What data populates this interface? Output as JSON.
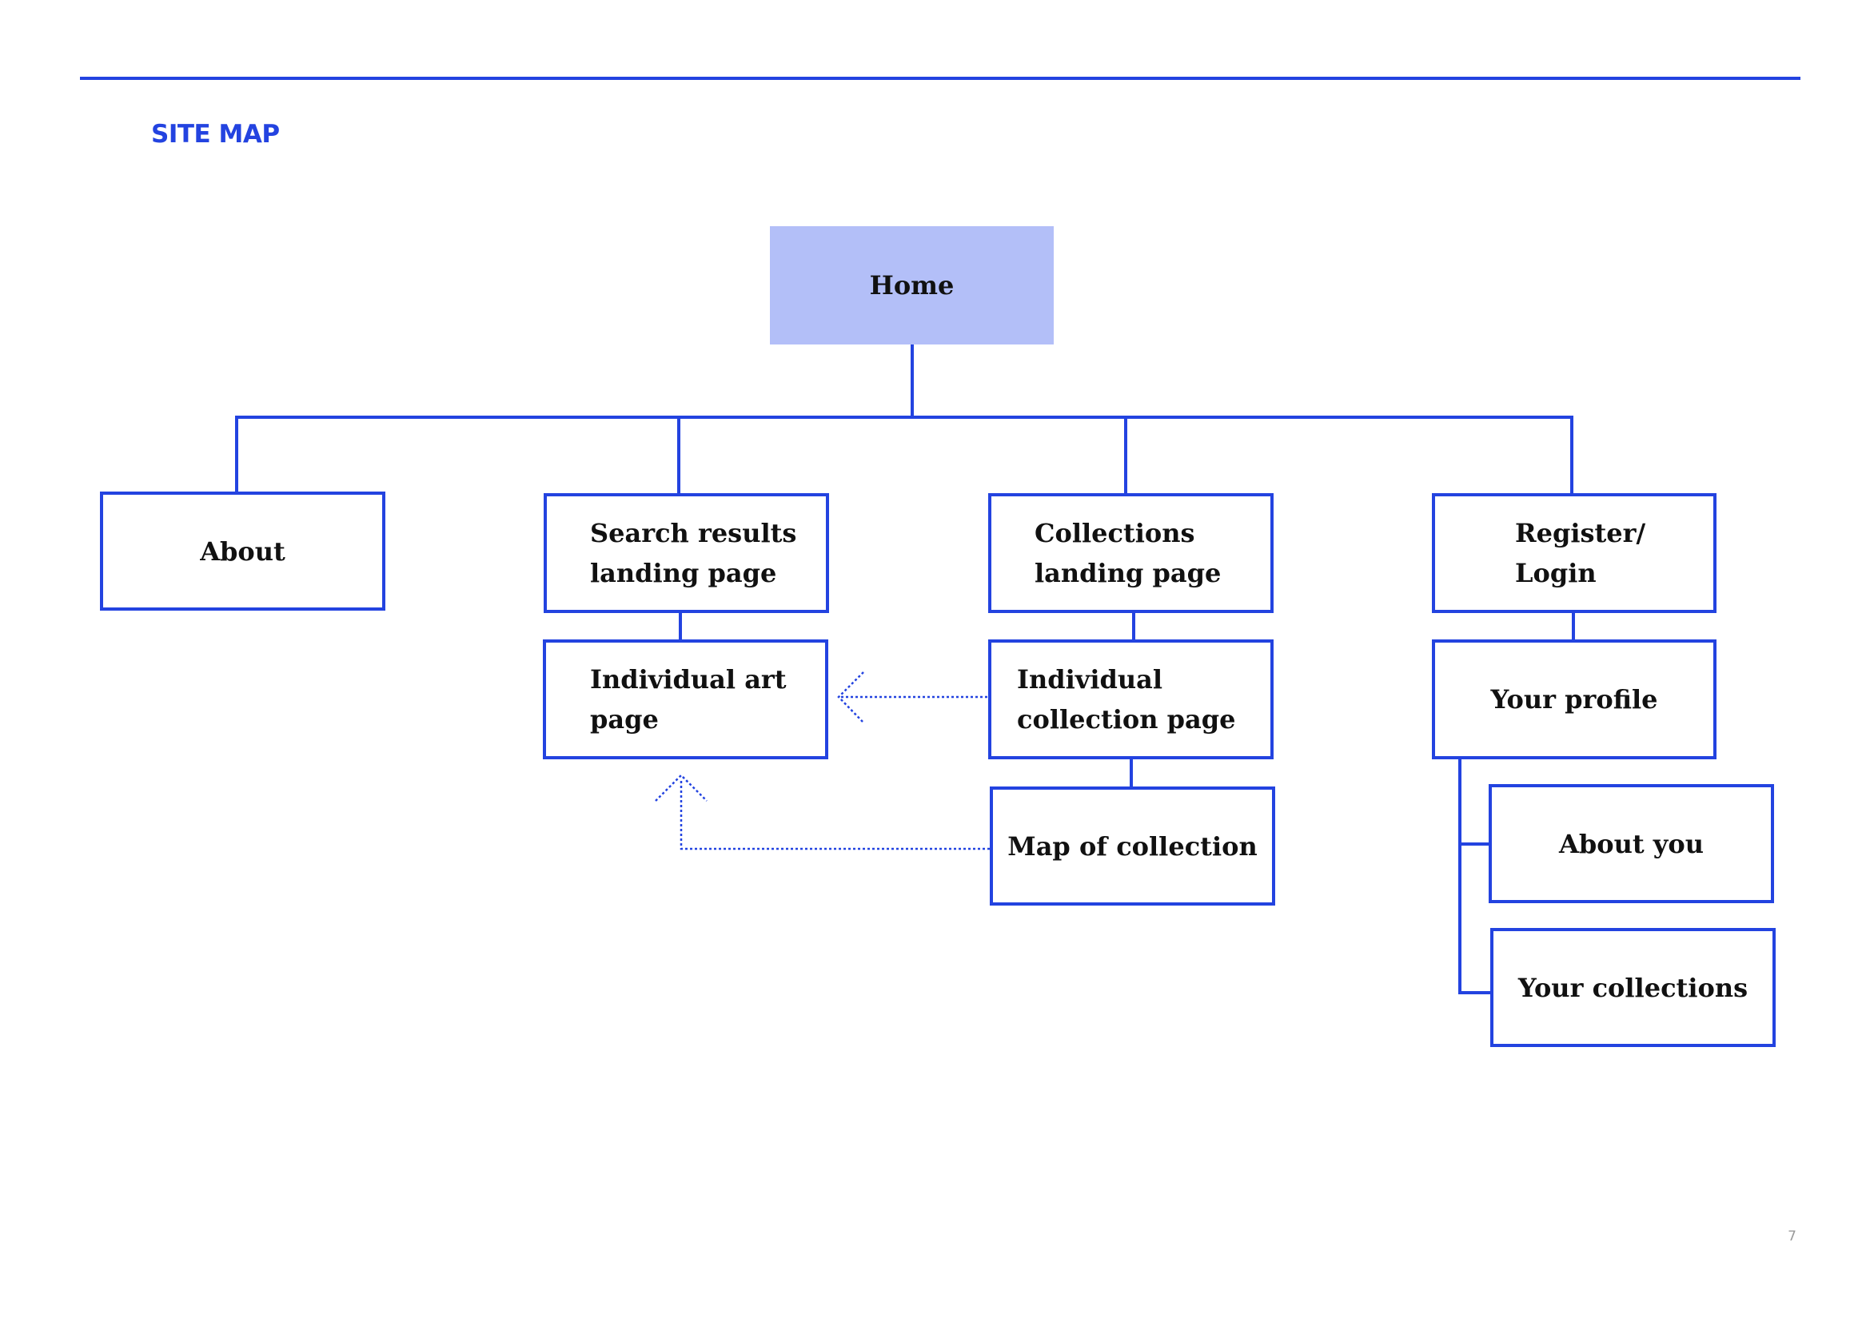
{
  "page": {
    "title": "SITE MAP",
    "page_number": "7"
  },
  "colors": {
    "accent": "#2343e0",
    "home_fill": "#b3bff8",
    "text": "#111111"
  },
  "sitemap": {
    "home": "Home",
    "about": "About",
    "search_results": "Search results\nlanding page",
    "individual_art": "Individual art\npage",
    "collections_landing": "Collections\nlanding page",
    "individual_collection": "Individual\ncollection page",
    "map_of_collection": "Map of collection",
    "register_login": "Register/\nLogin",
    "your_profile": "Your profile",
    "about_you": "About you",
    "your_collections": "Your collections"
  }
}
